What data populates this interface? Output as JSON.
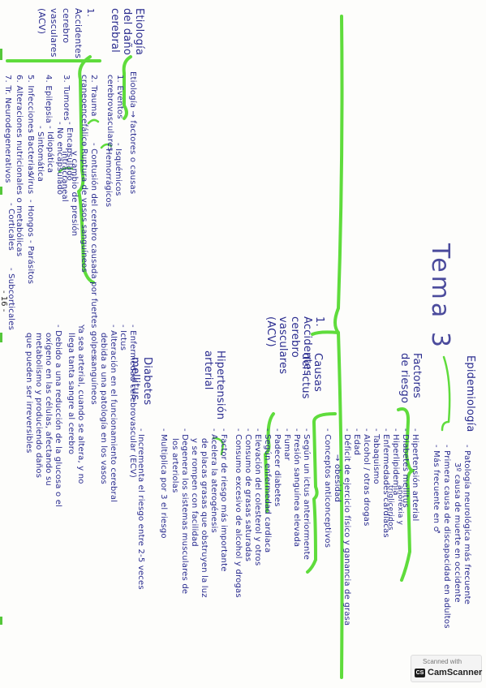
{
  "page_number": "- 16 -",
  "title": "Tema 3",
  "top": {
    "heading": "1. Accidentes cerebro vasculares (ACV)",
    "epidemiologia": {
      "label": "Epidemiología",
      "items": [
        "- Patología neurológica más frecuente",
        "3º causa de muerte en occidente",
        "- Primera causa de discapacidad en adultos",
        "- Más frecuente en ♂"
      ]
    },
    "factores_riesgo": {
      "label": "Factores de riesgo",
      "items": [
        "- Hipertensión arterial",
        "- Diabetes mellitus",
        "- Hiperlipidemia",
        "- Enfermedades cardíacas",
        "- Tabaquismo",
        "- Alcohol / otras drogas",
        "- Edad",
        "- Déficit de ejercicio físico y ganancia de grasa",
        "→ obesidad",
        "- Conceptos anticonceptivos"
      ],
      "bracket_note": "anorexia y trigliceridos"
    },
    "causas": {
      "label": "Causas del ictus",
      "items": [
        "- Según un ictus anteriormente",
        "- Presión sanguínea elevada",
        "- Fumar",
        "- Padecer diabetes",
        "- Según enfermedad cardiaca",
        "- Elevación del colesterol y otros",
        "- Consumo de grasas saturadas",
        "- Consumo excesivo de alcohol y drogas"
      ]
    },
    "hipertension": {
      "label": "Hipertensión arterial",
      "items": [
        "- Factor de riesgo más importante",
        "- Acelera la aterogénesis",
        "de placas grasas que obstruyen la luz",
        "y se rompen con facilidad",
        "- Degenera los sistemas musculares de",
        "los arteriolas",
        "- Multiplica por 3 el riesgo"
      ]
    },
    "diabetes": {
      "label": "Diabetes mellitus",
      "items": [
        "- Incrementa el riesgo entre 2-5 veces"
      ]
    }
  },
  "bottom": {
    "heading": "Etiología del daño cerebral",
    "etiologia_label": "Etiología → factores o causas",
    "eventos": {
      "label": "1. Eventos cerebrovasculares",
      "items": [
        "- Isquémicos",
        "- Hemorrágicos"
      ]
    },
    "trauma": {
      "label": "2. Trauma craneoencefálico",
      "items": [
        "- Contusión del cerebro causada por fuertes golpes",
        "- Ruptura de vasos sanguíneos",
        "y cambio de presión",
        "intracraneal"
      ]
    },
    "tumores": {
      "label": "3. Tumores",
      "items": [
        "- Encapsulado",
        "- No encapsulado"
      ]
    },
    "epilepsia": {
      "label": "4. Epilepsia",
      "items": [
        "- Idiopática",
        "- Sintomática"
      ]
    },
    "infecciones": {
      "label": "5. Infecciones",
      "items": [
        "- Bacterias",
        "- Virus",
        "- Hongos",
        "- Parásitos"
      ]
    },
    "alteraciones": "6. Alteraciones nutricionales o metabólicas",
    "neurodegenerativos": {
      "label": "7. Tr. Neurodegenerativos",
      "items": [
        "- Corticales",
        "- Subcorticales"
      ]
    },
    "acv": {
      "label": "1. Accidentes cerebro vasculares (ACV)",
      "items": [
        "- Enfermedad cerebrovascular (ECV)",
        "- Ictus",
        "- Alteración en el funcionamiento cerebral",
        "debida a una patología en los vasos",
        "sanguíneos",
        "Ya sea arterial, cuando se altera, y no",
        "llega tanta sangre al cerebro",
        "- Debido a una reducción de la glucosa o el",
        "oxígeno en las células, afectando su",
        "metabolismo y produciendo daños",
        "que pueden ser irreversibles"
      ]
    }
  },
  "scanner": {
    "line1": "Scanned with",
    "logo": "CS",
    "line2": "CamScanner"
  },
  "colors": {
    "ink": "#2a2c8f",
    "highlight": "#5fdc3c"
  }
}
